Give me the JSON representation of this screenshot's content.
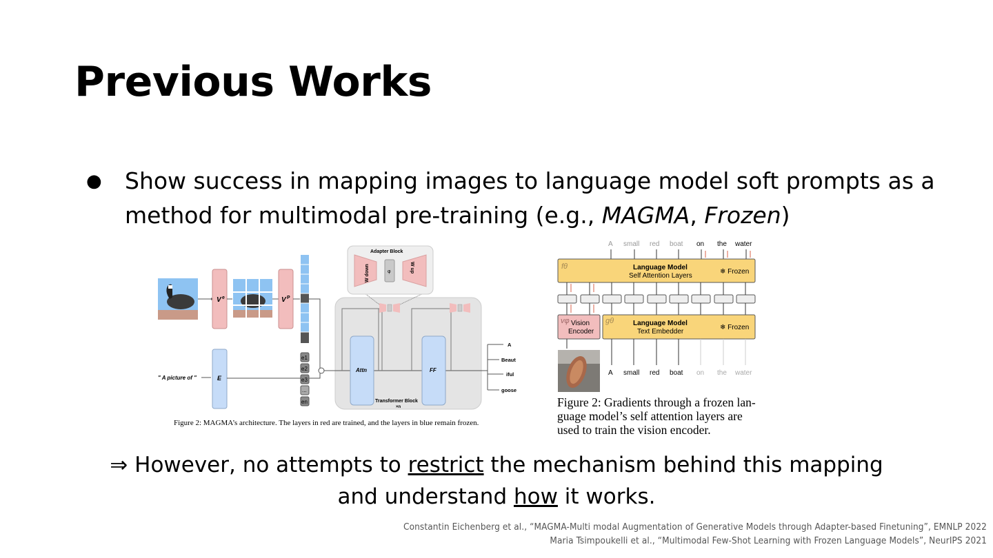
{
  "slide": {
    "title": "Previous Works",
    "bullet": {
      "symbol": "●",
      "text_pre": "Show success in mapping images to language model soft prompts as a method for multimodal pre-training (e.g., ",
      "em1": "MAGMA",
      "sep": ", ",
      "em2": "Frozen",
      "text_post": ")"
    },
    "conclusion": {
      "arrow": "⇒",
      "pre": " However, no attempts to ",
      "u1": "restrict",
      "mid": " the mechanism behind this mapping",
      "line2_pre": "and understand ",
      "u2": "how",
      "line2_post": " it works."
    },
    "citations": [
      "Constantin Eichenberg et al., “MAGMA-Multi modal Augmentation of Generative Models through Adapter-based Finetuning”, EMNLP 2022",
      "Maria Tsimpoukelli et al., “Multimodal Few-Shot Learning with Frozen Language Models”, NeurIPS 2021"
    ]
  },
  "figure_magma": {
    "caption": "Figure 2: MAGMA’s architecture. The layers in red are trained, and the layers in blue remain frozen.",
    "input_text": "\" A picture of \"",
    "ve_label": "V",
    "ve_sup": "e",
    "vp_label": "V",
    "vp_sup": "P",
    "e_label": "E",
    "embeddings": [
      "e1",
      "e2",
      "e3",
      "...",
      "en"
    ],
    "adapter_title": "Adapter Block",
    "w_down": "W down",
    "phi": "φ",
    "w_up": "W up",
    "attn": "Attn",
    "ff": "FF",
    "transformer_label": "Transformer Block",
    "transformer_times": "×n",
    "outputs": [
      "A",
      "Beaut",
      "iful",
      "goose"
    ],
    "colors": {
      "trained": "#f2bdbd",
      "frozen": "#c6dcf8",
      "block_bg": "#e4e4e4"
    }
  },
  "figure_frozen": {
    "top_tokens": [
      "A",
      "small",
      "red",
      "boat",
      "on",
      "the",
      "water"
    ],
    "bottom_tokens": [
      "A",
      "small",
      "red",
      "boat",
      "on",
      "the",
      "water"
    ],
    "lm_top_title": "Language Model",
    "lm_top_sub": "Self Attention Layers",
    "lm_bottom_title": "Language Model",
    "lm_bottom_sub": "Text Embedder",
    "frozen_label": "❄ Frozen",
    "f_theta": "fθ",
    "g_theta": "gθ",
    "v_phi": "vφ",
    "vision_encoder": [
      "Vision",
      "Encoder"
    ],
    "caption": "Figure 2: Gradients through a frozen language model’s self attention layers are used to train the vision encoder.",
    "caption_lines": [
      "Figure 2: Gradients through a frozen lan-",
      "guage model’s self attention layers are",
      "used to train the vision encoder."
    ],
    "colors": {
      "lm": "#f9d57a",
      "vision": "#f2bdbd",
      "grad": "#d9604a"
    }
  }
}
